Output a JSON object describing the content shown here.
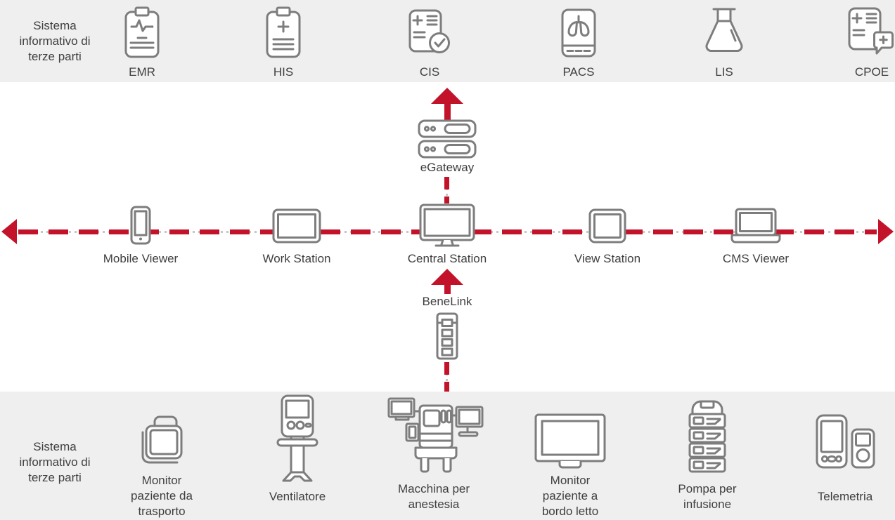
{
  "colors": {
    "band_background": "#efefef",
    "accent_red": "#c3132b",
    "icon_stroke": "#7d7d7d",
    "text": "#3f3f3f",
    "connector_dot_gray": "#c6c6c6"
  },
  "top_band": {
    "label": "Sistema informativo di terze parti",
    "systems": [
      {
        "label": "EMR",
        "icon": "clipboard-ecg-icon"
      },
      {
        "label": "HIS",
        "icon": "clipboard-plus-icon"
      },
      {
        "label": "CIS",
        "icon": "document-check-icon"
      },
      {
        "label": "PACS",
        "icon": "tablet-lungs-icon"
      },
      {
        "label": "LIS",
        "icon": "lab-flask-icon"
      },
      {
        "label": "CPOE",
        "icon": "document-comment-plus-icon"
      }
    ]
  },
  "network_row": {
    "devices": [
      {
        "label": "Mobile Viewer",
        "icon": "smartphone-icon"
      },
      {
        "label": "Work Station",
        "icon": "tablet-icon"
      },
      {
        "label": "Central Station",
        "icon": "desktop-monitor-icon"
      },
      {
        "label": "View Station",
        "icon": "panel-display-icon"
      },
      {
        "label": "CMS Viewer",
        "icon": "laptop-icon"
      }
    ]
  },
  "connectors": {
    "gateway": {
      "label": "eGateway",
      "icon": "server-stack-icon"
    },
    "benelink": {
      "label": "BeneLink",
      "icon": "parameter-module-icon"
    }
  },
  "bottom_band": {
    "label": "Sistema informativo di terze parti",
    "devices": [
      {
        "label": "Monitor paziente da trasporto",
        "icon": "transport-monitor-icon"
      },
      {
        "label": "Ventilatore",
        "icon": "ventilator-icon"
      },
      {
        "label": "Macchina per anestesia",
        "icon": "anesthesia-machine-icon"
      },
      {
        "label": "Monitor paziente a bordo letto",
        "icon": "bedside-monitor-icon"
      },
      {
        "label": "Pompa per infusione",
        "icon": "infusion-pump-icon"
      },
      {
        "label": "Telemetria",
        "icon": "telemetry-icon"
      }
    ]
  }
}
